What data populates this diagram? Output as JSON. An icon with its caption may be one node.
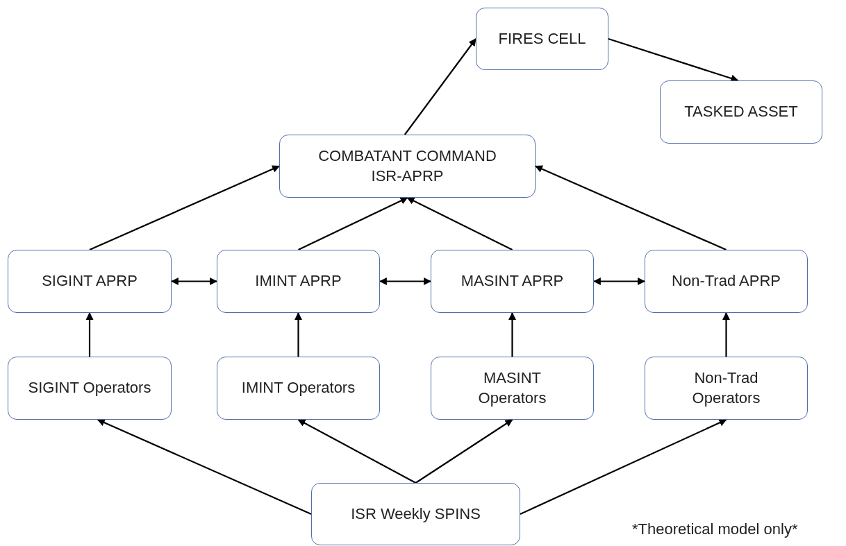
{
  "diagram": {
    "nodes": [
      {
        "text": [
          "FIRES CELL"
        ]
      },
      {
        "text": [
          "TASKED ASSET"
        ]
      },
      {
        "text": [
          "COMBATANT COMMAND ISR-APRP"
        ]
      },
      {
        "text": [
          "SIGINT APRP"
        ]
      },
      {
        "text": [
          "IMINT APRP"
        ]
      },
      {
        "text": [
          "MASINT APRP"
        ]
      },
      {
        "text": [
          "Non-Trad APRP"
        ]
      },
      {
        "text": [
          "SIGINT Operators"
        ]
      },
      {
        "text": [
          "IMINT Operators"
        ]
      },
      {
        "text": [
          "MASINT Operators"
        ]
      },
      {
        "text": [
          "Non-Trad Operators"
        ]
      },
      {
        "text": [
          "ISR Weekly SPINS"
        ]
      }
    ],
    "edges": [
      {
        "from": 2,
        "to": 0,
        "arrow": "to"
      },
      {
        "from": 0,
        "to": 1,
        "arrow": "to"
      },
      {
        "from": 3,
        "to": 2,
        "arrow": "to"
      },
      {
        "from": 4,
        "to": 2,
        "arrow": "to"
      },
      {
        "from": 5,
        "to": 2,
        "arrow": "to"
      },
      {
        "from": 6,
        "to": 2,
        "arrow": "to"
      },
      {
        "from": 3,
        "to": 4,
        "arrow": "both"
      },
      {
        "from": 4,
        "to": 5,
        "arrow": "both"
      },
      {
        "from": 5,
        "to": 6,
        "arrow": "both"
      },
      {
        "from": 7,
        "to": 3,
        "arrow": "to"
      },
      {
        "from": 8,
        "to": 4,
        "arrow": "to"
      },
      {
        "from": 9,
        "to": 5,
        "arrow": "to"
      },
      {
        "from": 10,
        "to": 6,
        "arrow": "to"
      },
      {
        "from": 11,
        "to": 7,
        "arrow": "to"
      },
      {
        "from": 11,
        "to": 8,
        "arrow": "to"
      },
      {
        "from": 11,
        "to": 9,
        "arrow": "to"
      },
      {
        "from": 11,
        "to": 10,
        "arrow": "to"
      }
    ],
    "labels": [
      "*Theoretical model only*"
    ]
  }
}
